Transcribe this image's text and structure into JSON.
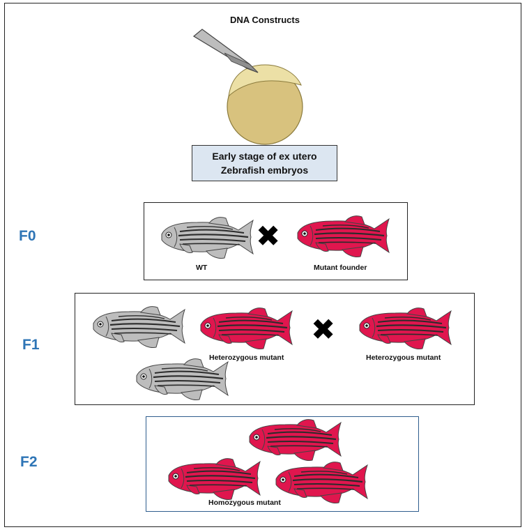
{
  "title": "DNA Constructs",
  "embryo_label": {
    "line1": "Early stage of ex utero",
    "line2": "Zebrafish embryos"
  },
  "generations": {
    "f0": {
      "label": "F0",
      "parent_left": "WT",
      "parent_right": "Mutant founder"
    },
    "f1": {
      "label": "F1",
      "caption_middle": "Heterozygous mutant",
      "caption_right": "Heterozygous mutant"
    },
    "f2": {
      "label": "F2",
      "caption": "Homozygous mutant"
    }
  },
  "cross_symbol": "✖",
  "colors": {
    "wild_type_body": "#bdbdbd",
    "mutant_body": "#e0164e",
    "stripe": "#2b2b2b",
    "generation_label": "#2e75b6",
    "label_box_fill": "#dce6f1",
    "yolk": "#d8c27e",
    "cytoplasm": "#ece0a6"
  },
  "icons": [
    "injection-needle-icon",
    "embryo-icon",
    "zebrafish-icon",
    "cross-icon"
  ]
}
